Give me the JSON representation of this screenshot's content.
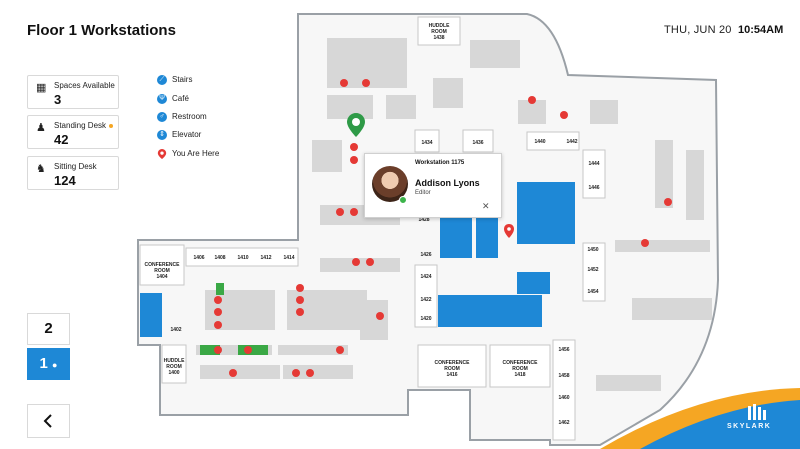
{
  "header": {
    "title": "Floor 1 Workstations",
    "date": "THU, JUN 20",
    "time": "10:54AM"
  },
  "stats": [
    {
      "label": "Spaces Available",
      "value": "3",
      "icon": "calendar-icon"
    },
    {
      "label": "Standing Desk",
      "value": "42",
      "icon": "standing-person-icon"
    },
    {
      "label": "Sitting Desk",
      "value": "124",
      "icon": "sitting-person-icon"
    }
  ],
  "legend": [
    {
      "label": "Stairs",
      "icon": "stairs-icon"
    },
    {
      "label": "Café",
      "icon": "cafe-icon"
    },
    {
      "label": "Restroom",
      "icon": "restroom-icon"
    },
    {
      "label": "Elevator",
      "icon": "elevator-icon"
    },
    {
      "label": "You Are Here",
      "icon": "location-pin-icon"
    }
  ],
  "floors": [
    {
      "label": "2"
    },
    {
      "label": "1"
    }
  ],
  "popup": {
    "workstation": "Workstation 1175",
    "name": "Addison Lyons",
    "role": "Editor"
  },
  "rooms": {
    "huddle1438": [
      "HUDDLE",
      "ROOM",
      "1438"
    ],
    "conf1404": [
      "CONFERENCE",
      "ROOM",
      "1404"
    ],
    "huddle1400": [
      "HUDDLE",
      "ROOM",
      "1400"
    ],
    "conf1416": [
      "CONFERENCE",
      "ROOM",
      "1416"
    ],
    "conf1418": [
      "CONFERENCE",
      "ROOM",
      "1418"
    ],
    "r1402": "1402",
    "r1406": "1406",
    "r1408": "1408",
    "r1410": "1410",
    "r1412": "1412",
    "r1414": "1414",
    "r1420": "1420",
    "r1422": "1422",
    "r1424": "1424",
    "r1426": "1426",
    "r1428": "1428",
    "r1434": "1434",
    "r1436": "1436",
    "r1440": "1440",
    "r1442": "1442",
    "r1444": "1444",
    "r1446": "1446",
    "r1450": "1450",
    "r1452": "1452",
    "r1454": "1454",
    "r1456": "1456",
    "r1458": "1458",
    "r1460": "1460",
    "r1462": "1462"
  },
  "brand": {
    "name": "SKYLARK",
    "accent": "#1e88d6",
    "orange": "#f5a623",
    "red": "#e53935"
  }
}
